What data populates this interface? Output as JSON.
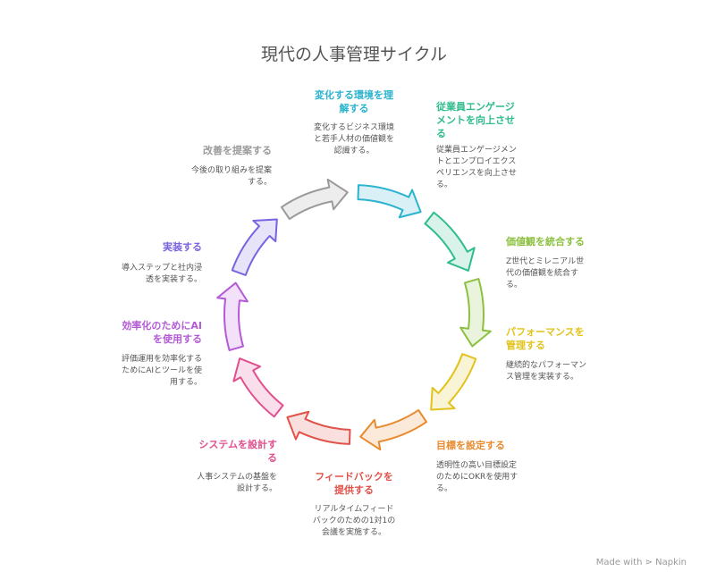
{
  "title": "現代の人事管理サイクル",
  "steps": [
    {
      "id": "understand",
      "title": "変化する環境を理\n解する",
      "desc": "変化するビジネス環境\nと若手人材の価値観を\n認識する。",
      "color": "#2bb3cf"
    },
    {
      "id": "engagement",
      "title": "従業員エンゲージ\nメントを向上させ\nる",
      "desc": "従業員エンゲージメン\nトとエンプロイエクス\nペリエンスを向上させ\nる。",
      "color": "#2ebd8b"
    },
    {
      "id": "values",
      "title": "価値観を統合する",
      "desc": "Z世代とミレニアル世\n代の価値観を統合す\nる。",
      "color": "#8cc13f"
    },
    {
      "id": "performance",
      "title": "パフォーマンスを\n管理する",
      "desc": "継続的なパフォーマン\nス管理を実装する。",
      "color": "#e3c21c"
    },
    {
      "id": "goals",
      "title": "目標を設定する",
      "desc": "透明性の高い目標設定\nのためにOKRを使用す\nる。",
      "color": "#e88a2e"
    },
    {
      "id": "feedback",
      "title": "フィードバックを\n提供する",
      "desc": "リアルタイムフィード\nバックのための1対1の\n会議を実施する。",
      "color": "#e0524a"
    },
    {
      "id": "system",
      "title": "システムを設計す\nる",
      "desc": "人事システムの基盤を\n設計する。",
      "color": "#e04f8e"
    },
    {
      "id": "ai",
      "title": "効率化のためにAI\nを使用する",
      "desc": "評価運用を効率化する\nためにAIとツールを使\n用する。",
      "color": "#b45ad6"
    },
    {
      "id": "implement",
      "title": "実装する",
      "desc": "導入ステップと社内浸\n透を実装する。",
      "color": "#7a63e0"
    },
    {
      "id": "improve",
      "title": "改善を提案する",
      "desc": "今後の取り組みを提案\nする。",
      "color": "#9a9a9a"
    }
  ],
  "brand": "Made with ⋗ Napkin"
}
